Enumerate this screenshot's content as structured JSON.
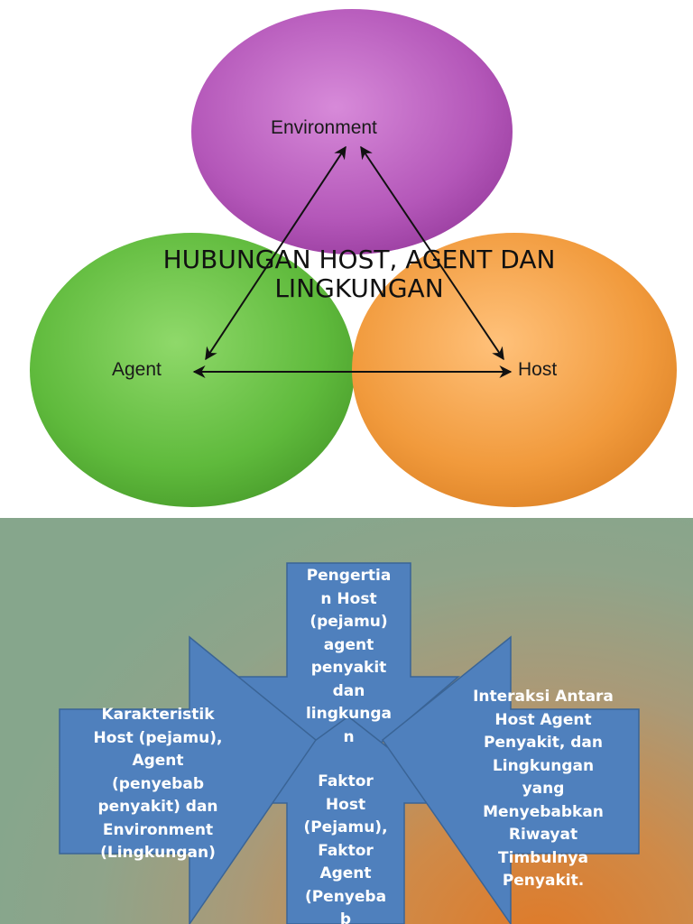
{
  "slide1": {
    "title": "HUBUNGAN HOST, AGENT DAN LINGKUNGAN",
    "nodes": {
      "environment": "Environment",
      "agent": "Agent",
      "host": "Host"
    },
    "colors": {
      "environment": "#b457b9",
      "agent": "#5fba3c",
      "host": "#f19a3c"
    }
  },
  "slide2": {
    "top_box": [
      "Pengertia",
      "n Host",
      "(pejamu)",
      "agent",
      "penyakit",
      "dan",
      "lingkunga",
      "n"
    ],
    "center_box": [
      "Faktor",
      "Host",
      "(Pejamu),",
      "Faktor",
      "Agent",
      "(Penyeba",
      "b"
    ],
    "left_box": [
      "Karakteristik",
      "Host (pejamu),",
      "Agent",
      "(penyebab",
      "penyakit) dan",
      "Environment",
      "(Lingkungan)"
    ],
    "right_box": [
      "Interaksi Antara",
      "Host Agent",
      "Penyakit, dan",
      "Lingkungan",
      "yang",
      "Menyebabkan",
      "Riwayat",
      "Timbulnya",
      "Penyakit."
    ],
    "colors": {
      "box_fill": "#4f80bd",
      "box_stroke": "#3a6496"
    }
  }
}
